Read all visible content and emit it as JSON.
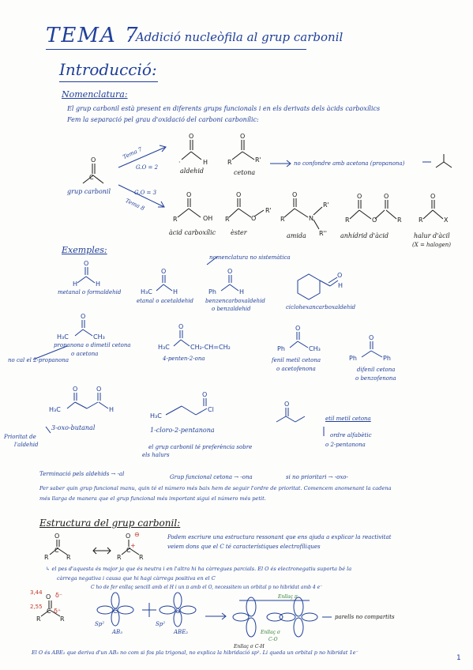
{
  "title": {
    "tema": "TEMA 7",
    "subtitle": ": Addició nucleòfila al grup carbonil"
  },
  "section_intro": "Introducció:",
  "nomenclatura": {
    "heading": "Nomenclatura:",
    "line1": "El grup carbonil està present en diferents grups funcionals i en els derivats dels àcids carboxílics",
    "line2": "Fem la separació pel grau d'oxidació del carboni carbonílic:",
    "grup_carbonil": "grup carbonil",
    "arrow_top_tema": "Tema 7",
    "arrow_top_go": "G.O = 2",
    "arrow_bot_go": "G.O = 3",
    "arrow_bot_tema": "Tema 8",
    "aldehid": "aldehid",
    "cetona": "cetona",
    "no_confondre": "no confondre amb acetona (propanona)",
    "acid_carboxilic": "àcid carboxílic",
    "ester": "èster",
    "amida": "amida",
    "anhidrid": "anhídrid d'àcid",
    "halur": "halur d'àcil",
    "halur2": "(X = halogen)"
  },
  "exemples": {
    "heading": "Exemples:",
    "nomenclatura_no_sist": "nomenclatura no sistemàtica",
    "metanal": "metanal o formaldehid",
    "etanal": "etanal o acetaldehid",
    "benzen1": "benzencarboxaldehid",
    "benzen2": "o benzaldehid",
    "ciclo": "ciclohexancarboxaldehid",
    "propanona1": "propanona o dimetil cetona",
    "propanona2": "o acetona",
    "no_cal": "no cal el 2-propanona",
    "penten": "4-penten-2-ona",
    "fenil1": "fenil metil cetona",
    "fenil2": "o acetofenona",
    "difenil1": "difenil cetona",
    "difenil2": "o benzofenona",
    "oxobutanal": "3-oxo-butanal",
    "prioritat1": "Prioritat de",
    "prioritat2": "l'aldehid",
    "cloro": "1-cloro-2-pentanona",
    "grup_pref1": "el grup carbonil té preferència sobre",
    "grup_pref2": "els halurs",
    "etil1": "etil metil cetona",
    "etil2": "ordre alfabètic",
    "etil3": "o 2-pentanona"
  },
  "terminacio": {
    "line1a": "Terminació pels aldehids → -al",
    "line1b": "Grup funcional cetona → -ona",
    "line1c": "si no prioritari → -oxo-",
    "line2": "Per saber quin grup funcional manu, quin té el número més baix hem de seguir l'ordre de prioritat. Comencem anomenant la cadena",
    "line3": "més llarga de manera que el grup funcional més important sigui el número més petit."
  },
  "estructura": {
    "heading": "Estructura del grup carbonil:",
    "p1a": "Podem escriure una estructura ressonant que ens ajuda a explicar la reactivitat",
    "p1b": "veiem dons que el C té característiques electrofíliques",
    "p2a": "↳ el pes d'aquesta és major ja que és neutra i en l'altra hi ha càrregues parcials. El O és electronegatiu suporta bé la",
    "p2b": "càrrega negativa i causa que hi hagi càrrega positiva en el C",
    "p2c": "C ho de fer enllaç sencill amb el H i un π amb el O, necessitem un orbital p no hibridat amb 4 e⁻",
    "carbocatio_d1": "3,44",
    "carbocatio_d2": "2,55",
    "ab3": "AB₃",
    "sp2a": "Sp²",
    "abe2": "ABE₂",
    "sp2b": "Sp²",
    "enllac_pi": "Enllaç π",
    "enllac_sigma": "Enllaç σ",
    "enllac_sigma2": "C-O",
    "enllac_ch": "Enllaç σ C-H",
    "parells": "parells no compartits",
    "last": "El O és ABE₂ que deriva d'un AB₃ no com si fos pla trigonal, no explica la hibridació sp². Li queda un orbital p no hibridat 1e⁻"
  },
  "page_number": "1"
}
